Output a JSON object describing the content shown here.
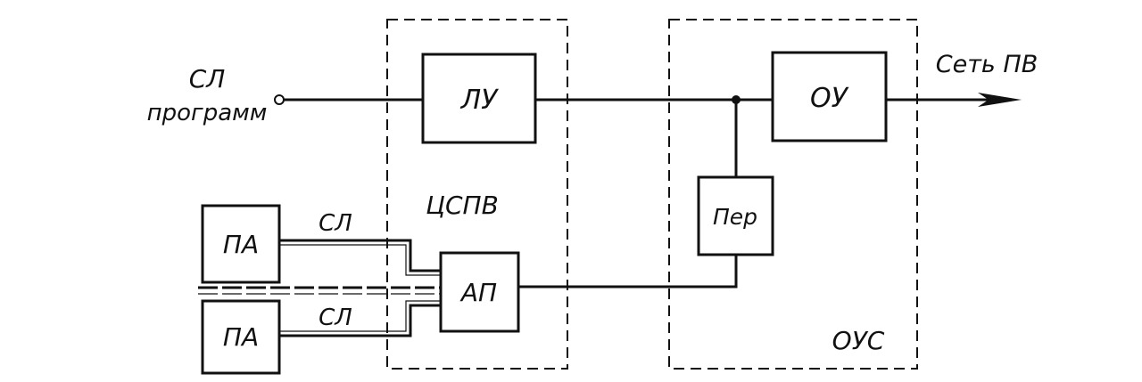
{
  "input": {
    "line1": "СЛ",
    "line2": "программ"
  },
  "output_label": "Сеть ПВ",
  "center_station": {
    "label": "ЦСПВ"
  },
  "amplifier_station": {
    "label": "ОУС"
  },
  "blocks": {
    "line_amplifier": "ЛУ",
    "output_amplifier": "ОУ",
    "switch": "Пер",
    "receiver": "АП",
    "studio_top": "ПА",
    "studio_bottom": "ПА"
  },
  "links": {
    "top": "СЛ",
    "bottom": "СЛ"
  },
  "colors": {
    "line": "#111111",
    "background": "#ffffff"
  }
}
